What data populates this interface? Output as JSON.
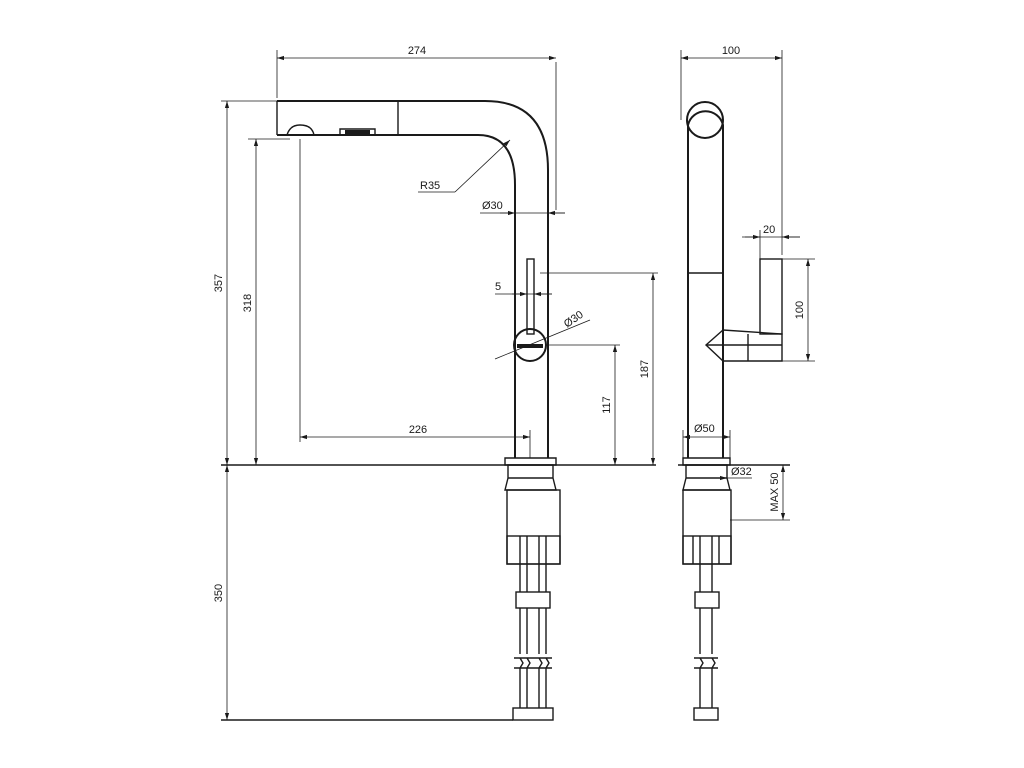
{
  "labels": {
    "front_width": "274",
    "side_width": "100",
    "spout_radius": "R35",
    "spout_diameter": "Ø30",
    "lever_thickness": "5",
    "lever_knob_diameter": "Ø30",
    "total_height": "357",
    "spout_height": "318",
    "spout_reach": "226",
    "lever_height": "187",
    "knob_height": "117",
    "below_counter": "350",
    "handle_depth": "20",
    "handle_height": "100",
    "body_diameter": "Ø50",
    "hole_diameter": "Ø32",
    "max_thickness": "MAX 50"
  }
}
